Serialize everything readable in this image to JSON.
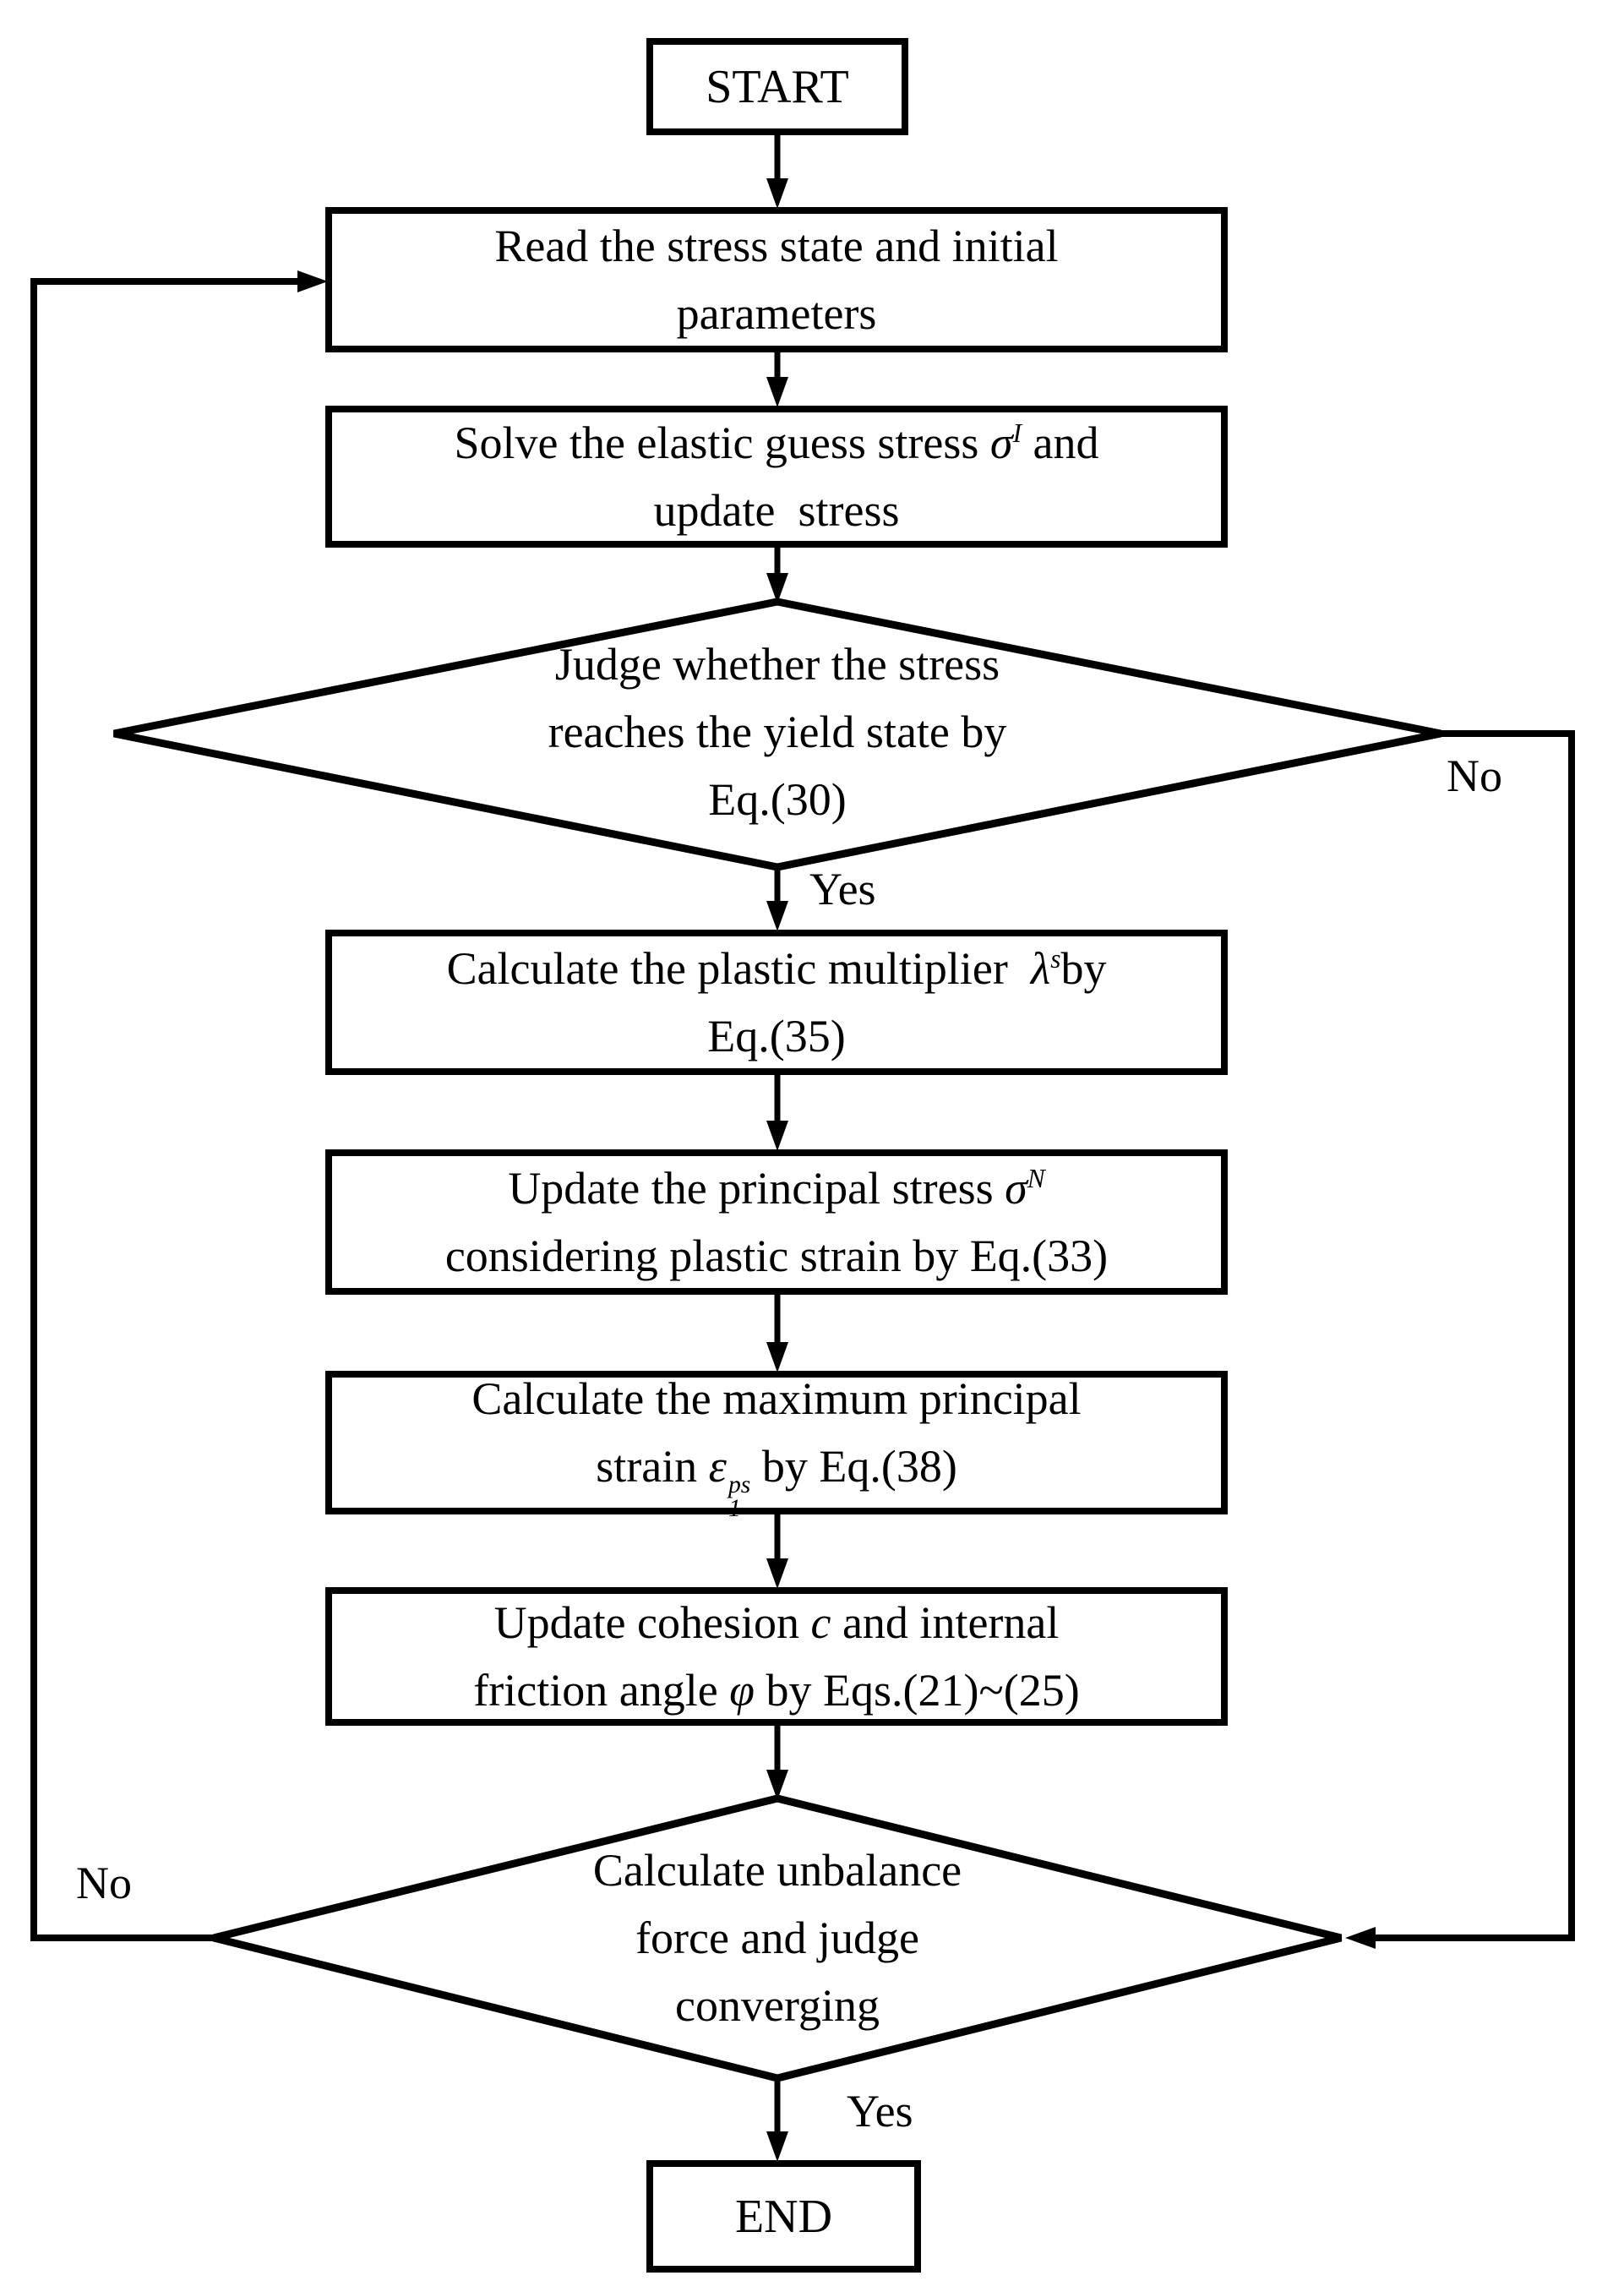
{
  "nodes": {
    "start": {
      "label": "START"
    },
    "read": {
      "line1": "Read the stress state and initial",
      "line2": "parameters"
    },
    "solve": {
      "line1_pre": "Solve the elastic guess stress ",
      "sigma": "σ",
      "sup": "I",
      "line1_post": " and",
      "line2": "update  stress"
    },
    "judge_yield": {
      "line1": "Judge whether the stress",
      "line2": "reaches the yield state by",
      "line3": "Eq.(30)"
    },
    "plastic_multiplier": {
      "line1_pre": "Calculate the plastic multiplier  ",
      "lambda": "λ",
      "sup": "s",
      "line1_post": "by",
      "line2": "Eq.(35)"
    },
    "update_stress": {
      "line1_pre": "Update the principal stress ",
      "sigma": "σ",
      "sup": "N",
      "line2": "considering plastic strain by Eq.(33)"
    },
    "max_strain": {
      "line1": "Calculate the maximum principal",
      "line2_pre": "strain ",
      "epsilon": "ε",
      "sub": "1",
      "sup": "ps",
      "line2_post": " by Eq.(38)"
    },
    "update_cohesion": {
      "line1_pre": "Update cohesion ",
      "c": "c",
      "line1_post": " and internal",
      "line2_pre": "friction angle ",
      "phi": "φ",
      "line2_post": " by Eqs.(21)~(25)"
    },
    "judge_converge": {
      "line1": "Calculate unbalance",
      "line2": "force and judge",
      "line3": "converging"
    },
    "end": {
      "label": "END"
    }
  },
  "edges": {
    "yes1": "Yes",
    "no1": "No",
    "yes2": "Yes",
    "no2": "No"
  },
  "colors": {
    "ink": "#000000",
    "paper": "#ffffff"
  }
}
